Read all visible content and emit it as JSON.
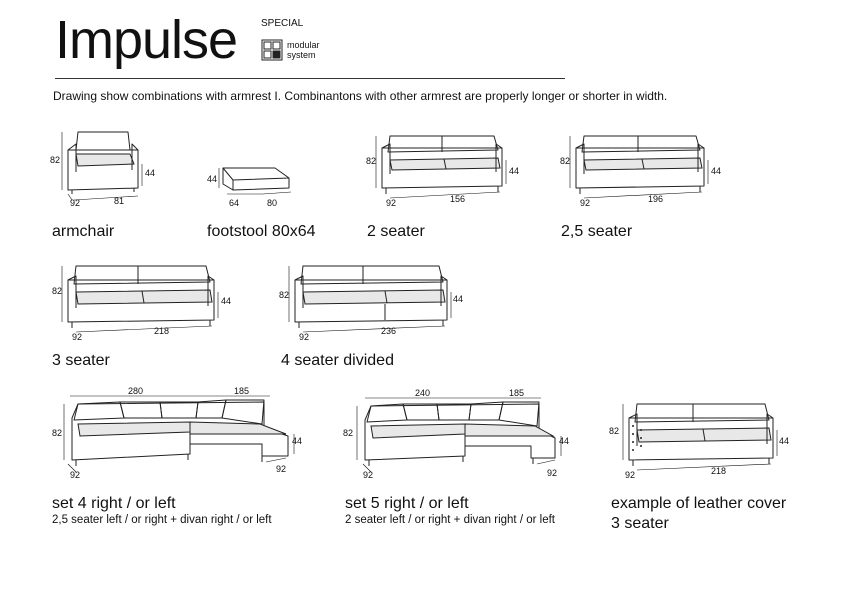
{
  "header": {
    "title": "Impulse",
    "special": "SPECIAL",
    "modular_line1": "modular",
    "modular_line2": "system",
    "intro": "Drawing show combinations with armrest I. Combinantons with other armrest are properly longer or shorter in width."
  },
  "items": {
    "armchair": {
      "caption": "armchair",
      "height": "82",
      "seat": "44",
      "depth": "92",
      "width": "81"
    },
    "footstool": {
      "caption": "footstool 80x64",
      "height": "44",
      "depth": "64",
      "width": "80"
    },
    "seater2": {
      "caption": "2 seater",
      "height": "82",
      "seat": "44",
      "depth": "92",
      "width": "156"
    },
    "seater25": {
      "caption": "2,5 seater",
      "height": "82",
      "seat": "44",
      "depth": "92",
      "width": "196"
    },
    "seater3": {
      "caption": "3 seater",
      "height": "82",
      "seat": "44",
      "depth": "92",
      "width": "218"
    },
    "seater4": {
      "caption": "4 seater divided",
      "height": "82",
      "seat": "44",
      "depth": "92",
      "width": "236"
    },
    "set4": {
      "caption": "set 4 right / or left",
      "subcaption": "2,5 seater left / or right + divan right / or left",
      "height": "82",
      "seat": "44",
      "depth": "92",
      "depth2": "92",
      "width": "280",
      "width2": "185"
    },
    "set5": {
      "caption": "set 5 right / or left",
      "subcaption": "2 seater left / or right + divan right / or left",
      "height": "82",
      "seat": "44",
      "depth": "92",
      "depth2": "92",
      "width": "240",
      "width2": "185"
    },
    "leather": {
      "caption": "example of leather cover",
      "caption2": "3 seater",
      "height": "82",
      "seat": "44",
      "depth": "92",
      "width": "218"
    }
  }
}
